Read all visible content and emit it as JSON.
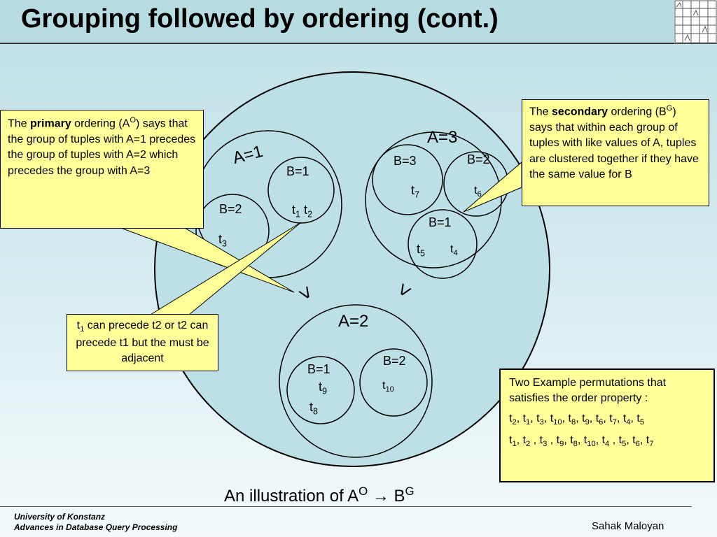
{
  "title": "Grouping followed by ordering (cont.)",
  "diagram": {
    "groups": {
      "a1": "A=1",
      "a2": "A=2",
      "a3": "A=3"
    },
    "subgroups": {
      "a1_b1": "B=1",
      "a1_b2": "B=2",
      "a2_b1": "B=1",
      "a2_b2": "B=2",
      "a3_b3": "B=3",
      "a3_b2": "B=2",
      "a3_b1": "B=1"
    },
    "tuple_letter": "t",
    "tuples": {
      "t1": "1",
      "t2": "2",
      "t3": "3",
      "t4": "4",
      "t5": "5",
      "t6": "6",
      "t7": "7",
      "t8": "8",
      "t9": "9",
      "t10": "10"
    },
    "order_symbol": ">"
  },
  "callouts": {
    "primary": {
      "prefix": "The ",
      "bold": "primary",
      "mid": " ordering (A",
      "sup": "O",
      "rest": ") says that the group of tuples with A=1 precedes the group of tuples with A=2 which precedes the group with A=3"
    },
    "secondary": {
      "prefix": "The ",
      "bold": "secondary",
      "mid": " ordering (B",
      "sup": "G",
      "rest": ") says that within each group of tuples with like values of A, tuples are clustered together if they have the same value for B"
    },
    "adjacent": {
      "t": "t",
      "sub": "1",
      "rest": " can precede t2 or t2 can precede t1 but the must be  adjacent"
    },
    "permutations": {
      "heading": "Two Example permutations that satisfies the order property :",
      "line1": [
        {
          "t": "t",
          "s": "2",
          "sep": ", "
        },
        {
          "t": "t",
          "s": "1",
          "sep": ", "
        },
        {
          "t": "t",
          "s": "3",
          "sep": ", "
        },
        {
          "t": "t",
          "s": "10",
          "sep": ", "
        },
        {
          "t": "t",
          "s": "8",
          "sep": ", "
        },
        {
          "t": "t",
          "s": "9",
          "sep": ", "
        },
        {
          "t": "t",
          "s": "6",
          "sep": ", "
        },
        {
          "t": "t",
          "s": "7",
          "sep": ", "
        },
        {
          "t": "t",
          "s": "4",
          "sep": ", "
        },
        {
          "t": "t",
          "s": "5",
          "sep": ""
        }
      ],
      "line2": [
        {
          "t": "t",
          "s": "1",
          "sep": ", "
        },
        {
          "t": "t",
          "s": "2",
          "sep": " , "
        },
        {
          "t": "t",
          "s": "3",
          "sep": " , "
        },
        {
          "t": "t",
          "s": "9",
          "sep": ", "
        },
        {
          "t": "t",
          "s": "8",
          "sep": ", "
        },
        {
          "t": "t",
          "s": "10",
          "sep": ", "
        },
        {
          "t": "t",
          "s": "4",
          "sep": " , "
        },
        {
          "t": "t",
          "s": "5",
          "sep": ", "
        },
        {
          "t": "t",
          "s": "6",
          "sep": ", "
        },
        {
          "t": "t",
          "s": "7",
          "sep": ""
        }
      ]
    }
  },
  "caption": {
    "prefix": "An illustration of A",
    "sup1": "O",
    "arrow": " → B",
    "sup2": "G"
  },
  "footer": {
    "line1": "University of Konstanz",
    "line2": "Advances in Database Query Processing",
    "author": "Sahak Maloyan"
  }
}
